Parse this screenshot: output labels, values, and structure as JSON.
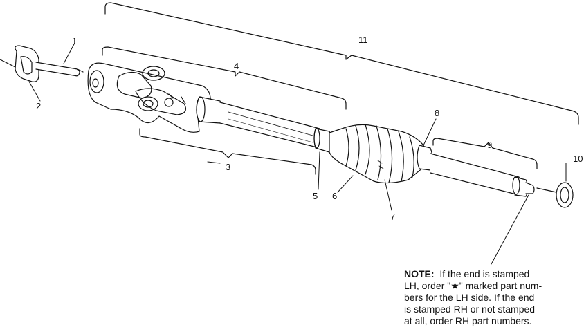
{
  "callouts": {
    "c1": "1",
    "c2": "2",
    "c3": "3",
    "c4": "4",
    "c5": "5",
    "c6": "6",
    "c7": "7",
    "c8": "8",
    "c9": "9",
    "c10": "10",
    "c11": "11"
  },
  "note": {
    "label": "NOTE:",
    "line1": "If the end is stamped",
    "line2": "LH, order \"★\" marked part num-",
    "line3": "bers for the LH side.  If the end",
    "line4": "is stamped RH or not stamped",
    "line5": "at all, order RH part numbers."
  }
}
